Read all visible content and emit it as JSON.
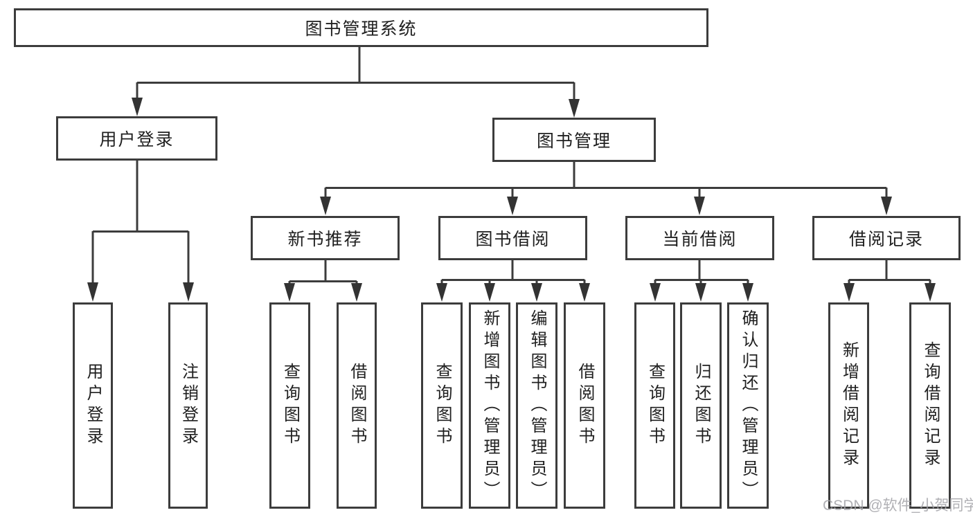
{
  "diagram": {
    "type": "hierarchy-tree",
    "colors": {
      "line": "#3c3c3c",
      "box_border": "#3c3c3c",
      "box_fill": "#ffffff",
      "text": "#1f1f1f",
      "watermark": "#a3a3a8"
    },
    "nodes": {
      "root": "图书管理系统",
      "login": "用户登录",
      "mgmt": "图书管理",
      "l3_recommend": "新书推荐",
      "l3_borrow": "图书借阅",
      "l3_current": "当前借阅",
      "l3_records": "借阅记录",
      "leaf_a1": "用户登录",
      "leaf_a2": "注销登录",
      "leaf_b1": "查询图书",
      "leaf_b2": "借阅图书",
      "leaf_c1": "查询图书",
      "leaf_c2": "新增图书（管理员）",
      "leaf_c3": "编辑图书（管理员）",
      "leaf_c4": "借阅图书",
      "leaf_d1": "查询图书",
      "leaf_d2": "归还图书",
      "leaf_d3": "确认归还（管理员）",
      "leaf_e1": "新增借阅记录",
      "leaf_e2": "查询借阅记录"
    },
    "edges": [
      {
        "from": "root",
        "to": [
          "login",
          "mgmt"
        ]
      },
      {
        "from": "login",
        "to": [
          "leaf_a1",
          "leaf_a2"
        ]
      },
      {
        "from": "mgmt",
        "to": [
          "l3_recommend",
          "l3_borrow",
          "l3_current",
          "l3_records"
        ]
      },
      {
        "from": "l3_recommend",
        "to": [
          "leaf_b1",
          "leaf_b2"
        ]
      },
      {
        "from": "l3_borrow",
        "to": [
          "leaf_c1",
          "leaf_c2",
          "leaf_c3",
          "leaf_c4"
        ]
      },
      {
        "from": "l3_current",
        "to": [
          "leaf_d1",
          "leaf_d2",
          "leaf_d3"
        ]
      },
      {
        "from": "l3_records",
        "to": [
          "leaf_e1",
          "leaf_e2"
        ]
      }
    ]
  },
  "watermark": "CSDN @软件_小贺同学"
}
